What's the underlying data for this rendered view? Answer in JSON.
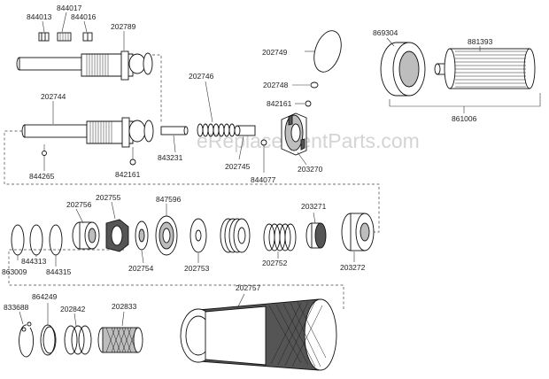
{
  "watermark": "eReplacementParts.com",
  "parts": {
    "p844017": "844017",
    "p844013": "844013",
    "p844016": "844016",
    "p202789": "202789",
    "p202744": "202744",
    "p844265": "844265",
    "p842161a": "842161",
    "p843231": "843231",
    "p202746": "202746",
    "p202745": "202745",
    "p844077": "844077",
    "p202749": "202749",
    "p202748": "202748",
    "p842161b": "842161",
    "p203270": "203270",
    "p869304": "869304",
    "p881393": "881393",
    "p861006": "861006",
    "p202756": "202756",
    "p202755": "202755",
    "p847596": "847596",
    "p203271": "203271",
    "p863009": "863009",
    "p844313": "844313",
    "p844315": "844315",
    "p202754": "202754",
    "p202753": "202753",
    "p202752": "202752",
    "p203272": "203272",
    "p833688": "833688",
    "p864249": "864249",
    "p202842": "202842",
    "p202833": "202833",
    "p202757": "202757"
  }
}
